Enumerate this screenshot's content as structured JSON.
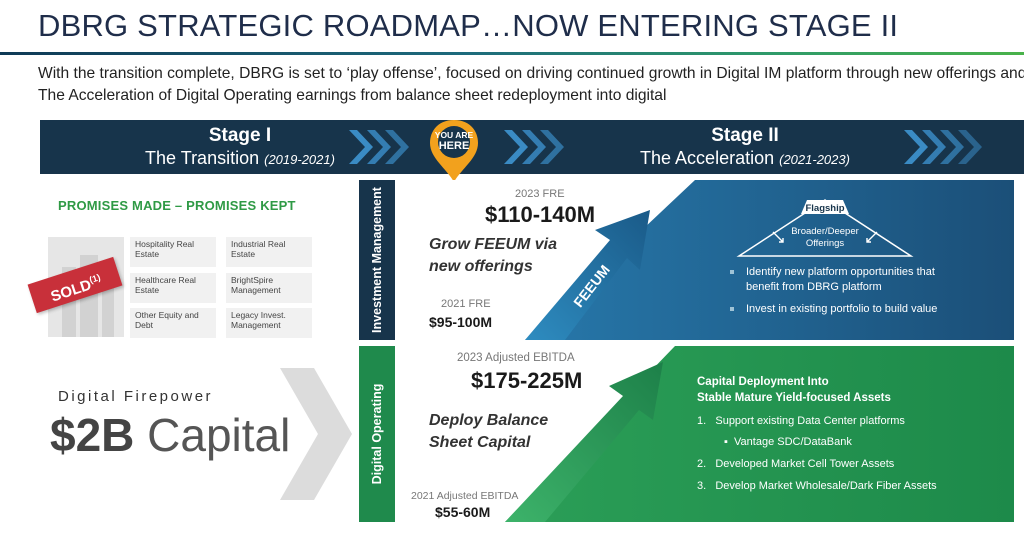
{
  "header": {
    "title": "DBRG STRATEGIC ROADMAP…NOW ENTERING STAGE II",
    "subtitle": "With the transition complete, DBRG is set to ‘play offense’, focused on driving continued growth in Digital IM platform through new offerings and The Acceleration of Digital Operating earnings from balance sheet redeployment into digital"
  },
  "stages": [
    {
      "name": "Stage I",
      "label": "The Transition",
      "years": "(2019-2021)"
    },
    {
      "name": "Stage II",
      "label": "The Acceleration",
      "years": "(2021-2023)"
    }
  ],
  "you_are_here": {
    "line1": "YOU ARE",
    "line2": "HERE",
    "color": "#f2a11d"
  },
  "promises": {
    "heading": "PROMISES MADE – PROMISES KEPT",
    "sold_label": "SOLD",
    "sold_note": "(1)",
    "divested": [
      "Hospitality Real Estate",
      "Industrial Real Estate",
      "Healthcare Real Estate",
      "BrightSpire Management",
      "Other Equity and Debt",
      "Legacy Invest. Management"
    ]
  },
  "firepower": {
    "label": "Digital Firepower",
    "amount": "$2B",
    "word": "Capital"
  },
  "investment_management": {
    "bar_label": "Investment Management",
    "top_label": "2023 FRE",
    "top_value": "$110-140M",
    "action_line1": "Grow FEEUM via",
    "action_line2": "new offerings",
    "base_label": "2021 FRE",
    "base_value": "$95-100M",
    "arrow_label": "FEEUM",
    "flagship": "Flagship",
    "pyramid_line1": "Broader/Deeper",
    "pyramid_line2": "Offerings",
    "bullets": [
      "Identify new platform opportunities that benefit from DBRG platform",
      "Invest in existing portfolio to build value"
    ]
  },
  "digital_operating": {
    "bar_label": "Digital Operating",
    "top_label": "2023 Adjusted EBITDA",
    "top_value": "$175-225M",
    "action_line1": "Deploy Balance",
    "action_line2": "Sheet Capital",
    "base_label": "2021 Adjusted EBITDA",
    "base_value": "$55-60M",
    "heading_line1": "Capital Deployment Into",
    "heading_line2": "Stable Mature Yield-focused Assets",
    "items": [
      {
        "num": "1.",
        "text": "Support existing Data Center platforms"
      },
      {
        "num": "▪",
        "text": "Vantage SDC/DataBank"
      },
      {
        "num": "2.",
        "text": "Developed Market Cell Tower Assets"
      },
      {
        "num": "3.",
        "text": "Develop Market Wholesale/Dark Fiber Assets"
      }
    ]
  },
  "colors": {
    "navy": "#17344b",
    "blue_panel": "#1b5a86",
    "green_panel": "#1f8a4c",
    "accent_green": "#2f9a45",
    "sold_red": "#c8303a"
  }
}
